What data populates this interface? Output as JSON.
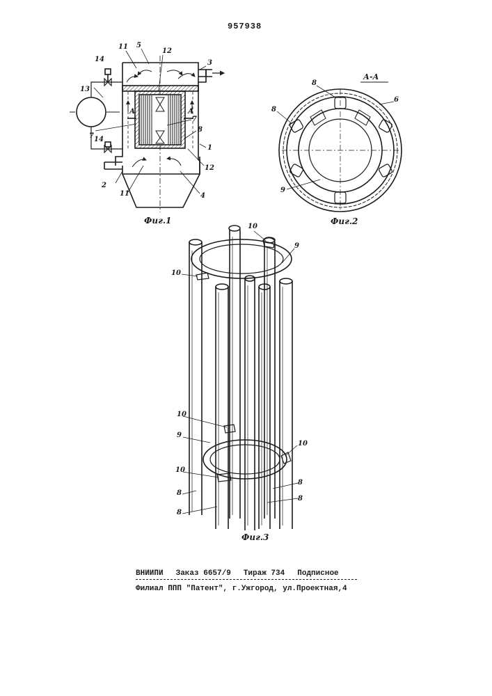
{
  "patent_number": "957938",
  "figures": {
    "fig1": {
      "caption": "Фиг.1",
      "labels": [
        "11",
        "5",
        "12",
        "3",
        "14",
        "13",
        "А",
        "А",
        "7",
        "7",
        "8",
        "1",
        "14",
        "2",
        "11",
        "4",
        "12"
      ]
    },
    "fig2": {
      "caption": "Фиг.2",
      "section": "А-А",
      "labels": [
        "8",
        "6",
        "8",
        "9"
      ]
    },
    "fig3": {
      "caption": "Фиг.3",
      "labels": [
        "10",
        "9",
        "10",
        "10",
        "9",
        "10",
        "10",
        "8",
        "8",
        "8",
        "8"
      ]
    }
  },
  "footer": {
    "org": "ВНИИПИ",
    "order": "Заказ 6657/9",
    "circulation": "Тираж 734",
    "subscription": "Подписное",
    "address": "Филиал ППП \"Патент\", г.Ужгород, ул.Проектная,4"
  }
}
